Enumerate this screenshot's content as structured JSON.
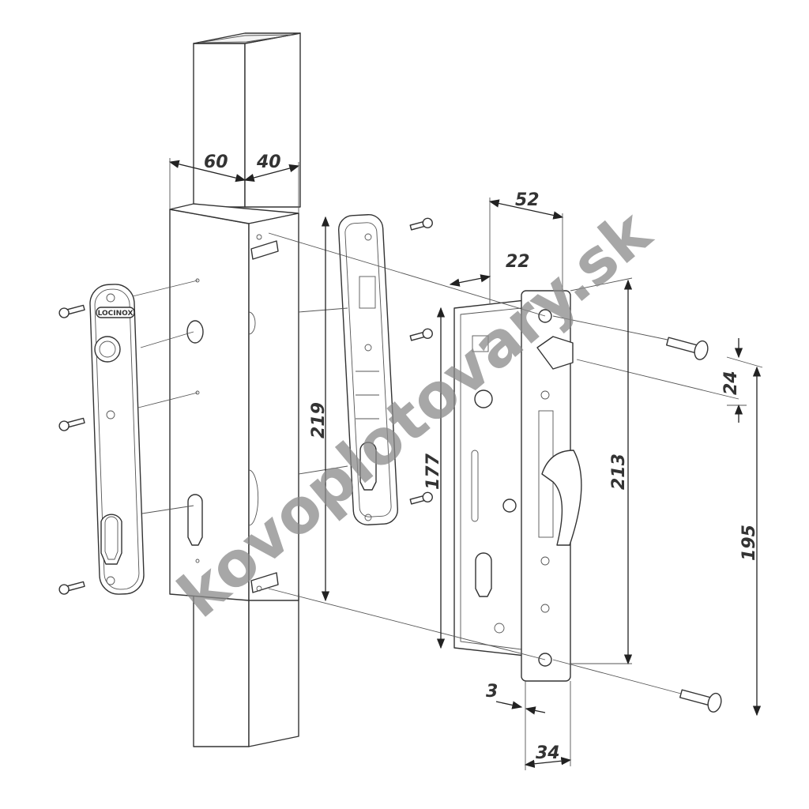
{
  "diagram": {
    "brand_logo": "LOCINOX",
    "watermark": "kovoplotovary.sk",
    "dimensions": {
      "post_width": "60",
      "post_depth": "40",
      "lock_depth": "52",
      "backset": "22",
      "housing_height": "219",
      "body_height": "177",
      "faceplate_height": "213",
      "hook_offset": "24",
      "screw_spacing": "195",
      "faceplate_thickness": "3",
      "faceplate_width": "34"
    }
  }
}
